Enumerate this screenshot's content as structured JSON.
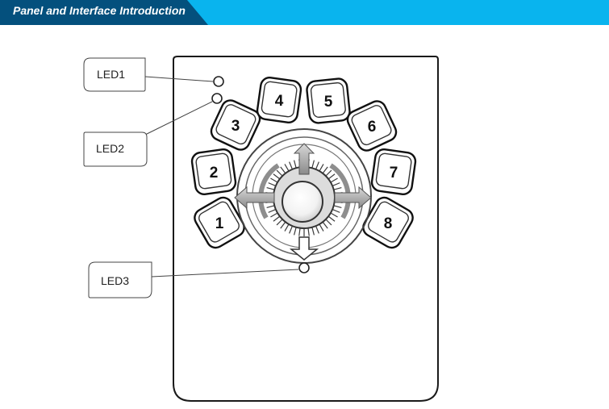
{
  "header": {
    "title": "Panel and Interface Introduction"
  },
  "callouts": {
    "led1": "LED1",
    "led2": "LED2",
    "led3": "LED3"
  },
  "keys": [
    "1",
    "2",
    "3",
    "4",
    "5",
    "6",
    "7",
    "8"
  ],
  "colors": {
    "banner_dark": "#04507d",
    "banner_light": "#09b4ee"
  }
}
